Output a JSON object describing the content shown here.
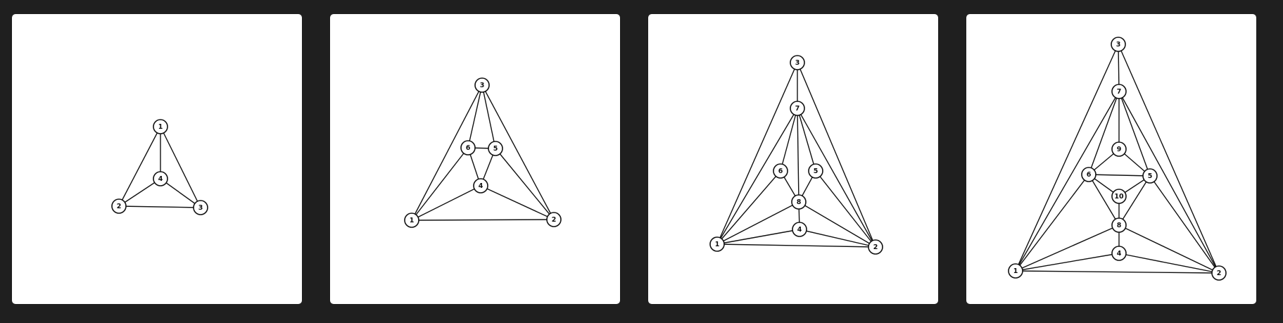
{
  "colors": {
    "background": "#1f1f1f",
    "panel": "#ffffff",
    "stroke": "#111111"
  },
  "panels": [
    {
      "nodes": [
        {
          "id": "1",
          "label": "1"
        },
        {
          "id": "2",
          "label": "2"
        },
        {
          "id": "3",
          "label": "3"
        },
        {
          "id": "4",
          "label": "4"
        }
      ],
      "edges": [
        [
          "1",
          "2"
        ],
        [
          "1",
          "3"
        ],
        [
          "1",
          "4"
        ],
        [
          "2",
          "3"
        ],
        [
          "2",
          "4"
        ],
        [
          "3",
          "4"
        ]
      ]
    },
    {
      "nodes": [
        {
          "id": "1",
          "label": "1"
        },
        {
          "id": "2",
          "label": "2"
        },
        {
          "id": "3",
          "label": "3"
        },
        {
          "id": "4",
          "label": "4"
        },
        {
          "id": "5",
          "label": "5"
        },
        {
          "id": "6",
          "label": "6"
        }
      ],
      "edges": [
        [
          "1",
          "2"
        ],
        [
          "1",
          "3"
        ],
        [
          "2",
          "3"
        ],
        [
          "1",
          "6"
        ],
        [
          "1",
          "4"
        ],
        [
          "2",
          "5"
        ],
        [
          "2",
          "4"
        ],
        [
          "3",
          "6"
        ],
        [
          "3",
          "5"
        ],
        [
          "6",
          "5"
        ],
        [
          "6",
          "4"
        ],
        [
          "5",
          "4"
        ]
      ]
    },
    {
      "nodes": [
        {
          "id": "1",
          "label": "1"
        },
        {
          "id": "2",
          "label": "2"
        },
        {
          "id": "3",
          "label": "3"
        },
        {
          "id": "4",
          "label": "4"
        },
        {
          "id": "5",
          "label": "5"
        },
        {
          "id": "6",
          "label": "6"
        },
        {
          "id": "7",
          "label": "7"
        },
        {
          "id": "8",
          "label": "8"
        }
      ],
      "edges": [
        [
          "1",
          "2"
        ],
        [
          "1",
          "3"
        ],
        [
          "2",
          "3"
        ],
        [
          "3",
          "7"
        ],
        [
          "1",
          "7"
        ],
        [
          "2",
          "7"
        ],
        [
          "7",
          "6"
        ],
        [
          "7",
          "5"
        ],
        [
          "7",
          "8"
        ],
        [
          "1",
          "6"
        ],
        [
          "2",
          "5"
        ],
        [
          "6",
          "8"
        ],
        [
          "5",
          "8"
        ],
        [
          "1",
          "8"
        ],
        [
          "2",
          "8"
        ],
        [
          "8",
          "4"
        ],
        [
          "1",
          "4"
        ],
        [
          "2",
          "4"
        ]
      ]
    },
    {
      "nodes": [
        {
          "id": "1",
          "label": "1"
        },
        {
          "id": "2",
          "label": "2"
        },
        {
          "id": "3",
          "label": "3"
        },
        {
          "id": "4",
          "label": "4"
        },
        {
          "id": "5",
          "label": "5"
        },
        {
          "id": "6",
          "label": "6"
        },
        {
          "id": "7",
          "label": "7"
        },
        {
          "id": "8",
          "label": "8"
        },
        {
          "id": "9",
          "label": "9"
        },
        {
          "id": "10",
          "label": "10"
        }
      ],
      "edges": [
        [
          "1",
          "2"
        ],
        [
          "1",
          "3"
        ],
        [
          "2",
          "3"
        ],
        [
          "3",
          "7"
        ],
        [
          "1",
          "7"
        ],
        [
          "2",
          "7"
        ],
        [
          "7",
          "9"
        ],
        [
          "7",
          "6"
        ],
        [
          "7",
          "5"
        ],
        [
          "9",
          "6"
        ],
        [
          "9",
          "5"
        ],
        [
          "6",
          "5"
        ],
        [
          "6",
          "10"
        ],
        [
          "5",
          "10"
        ],
        [
          "10",
          "8"
        ],
        [
          "6",
          "8"
        ],
        [
          "5",
          "8"
        ],
        [
          "1",
          "6"
        ],
        [
          "2",
          "5"
        ],
        [
          "1",
          "8"
        ],
        [
          "2",
          "8"
        ],
        [
          "8",
          "4"
        ],
        [
          "1",
          "4"
        ],
        [
          "2",
          "4"
        ]
      ]
    }
  ]
}
